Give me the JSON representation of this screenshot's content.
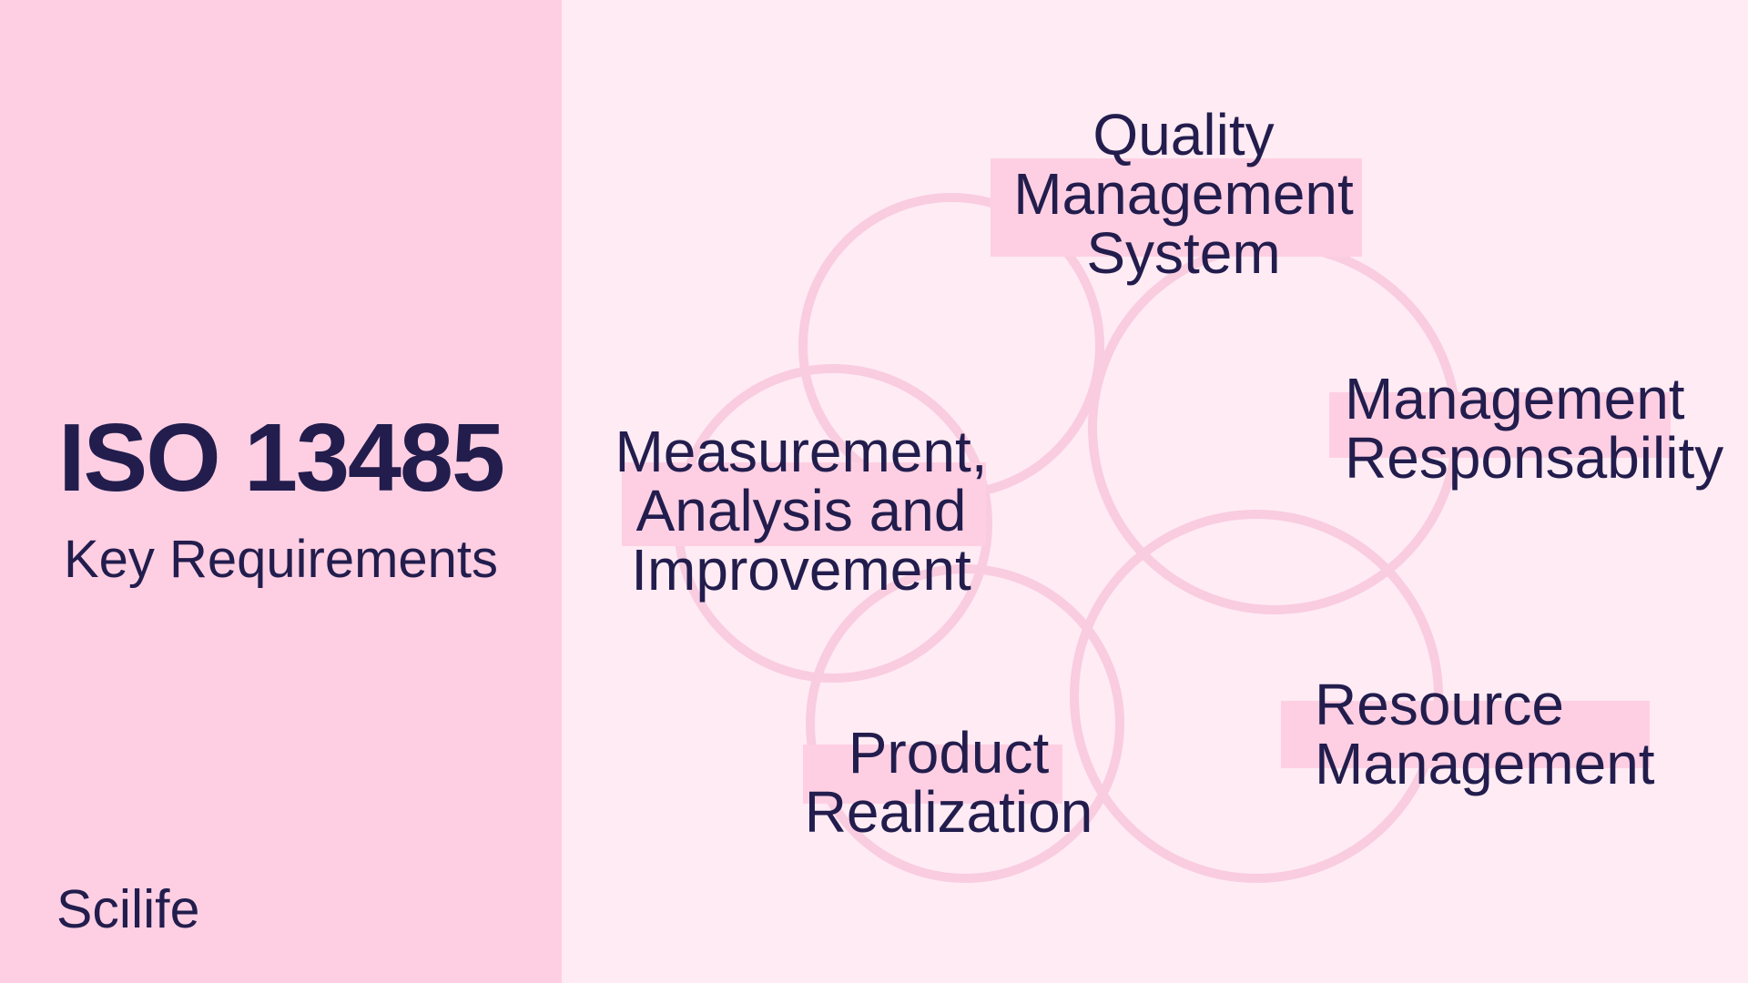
{
  "panel": {
    "title": "ISO 13485",
    "subtitle": "Key Requirements",
    "logo": "Scilife"
  },
  "diagram": {
    "nodes": [
      {
        "id": "quality-management-system",
        "lines": [
          "Quality",
          "Management",
          "System"
        ]
      },
      {
        "id": "management-responsability",
        "lines": [
          "Management",
          "Responsability"
        ]
      },
      {
        "id": "resource-management",
        "lines": [
          "Resource",
          "Management"
        ]
      },
      {
        "id": "product-realization",
        "lines": [
          "Product",
          "Realization"
        ]
      },
      {
        "id": "measurement-analysis-improvement",
        "lines": [
          "Measurement,",
          "Analysis and",
          "Improvement"
        ]
      }
    ]
  },
  "colors": {
    "sidebar_pink": "#fecfe3",
    "background_pink": "#ffebf4",
    "highlight_pink": "#fecfe3",
    "circle_stroke": "#f9cce0",
    "text_navy": "#221d4d"
  }
}
